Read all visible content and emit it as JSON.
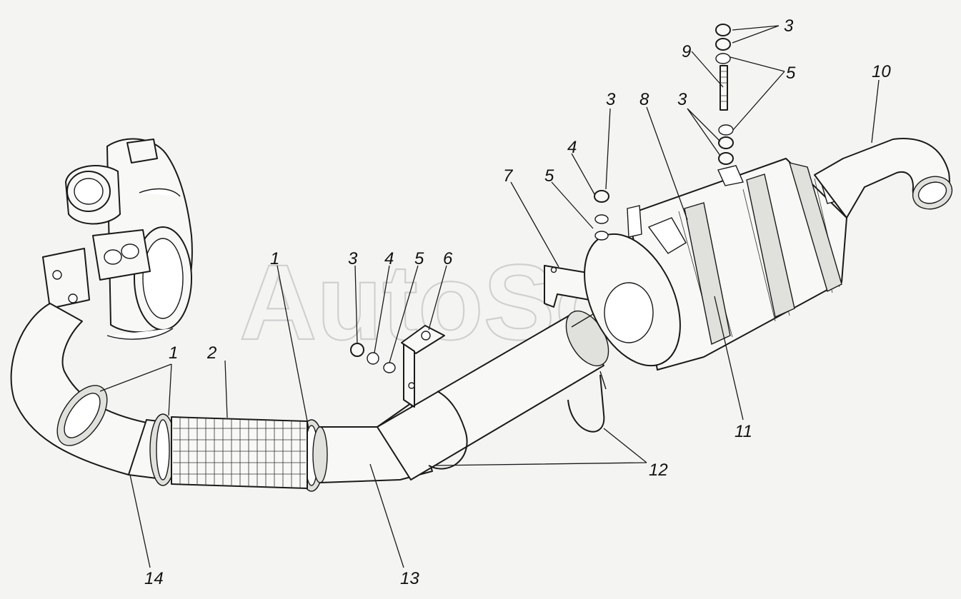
{
  "watermark": "AutoSoft",
  "callouts": [
    {
      "id": "c-3-top",
      "text": "3"
    },
    {
      "id": "c-9",
      "text": "9"
    },
    {
      "id": "c-5-top",
      "text": "5"
    },
    {
      "id": "c-10",
      "text": "10"
    },
    {
      "id": "c-3-mid",
      "text": "3"
    },
    {
      "id": "c-8",
      "text": "8"
    },
    {
      "id": "c-3-right",
      "text": "3"
    },
    {
      "id": "c-4-mid",
      "text": "4"
    },
    {
      "id": "c-5-mid",
      "text": "5"
    },
    {
      "id": "c-7",
      "text": "7"
    },
    {
      "id": "c-1-upper",
      "text": "1"
    },
    {
      "id": "c-3-left",
      "text": "3"
    },
    {
      "id": "c-4-left",
      "text": "4"
    },
    {
      "id": "c-5-left",
      "text": "5"
    },
    {
      "id": "c-6",
      "text": "6"
    },
    {
      "id": "c-1-lower",
      "text": "1"
    },
    {
      "id": "c-2",
      "text": "2"
    },
    {
      "id": "c-11",
      "text": "11"
    },
    {
      "id": "c-12",
      "text": "12"
    },
    {
      "id": "c-13",
      "text": "13"
    },
    {
      "id": "c-14",
      "text": "14"
    }
  ]
}
